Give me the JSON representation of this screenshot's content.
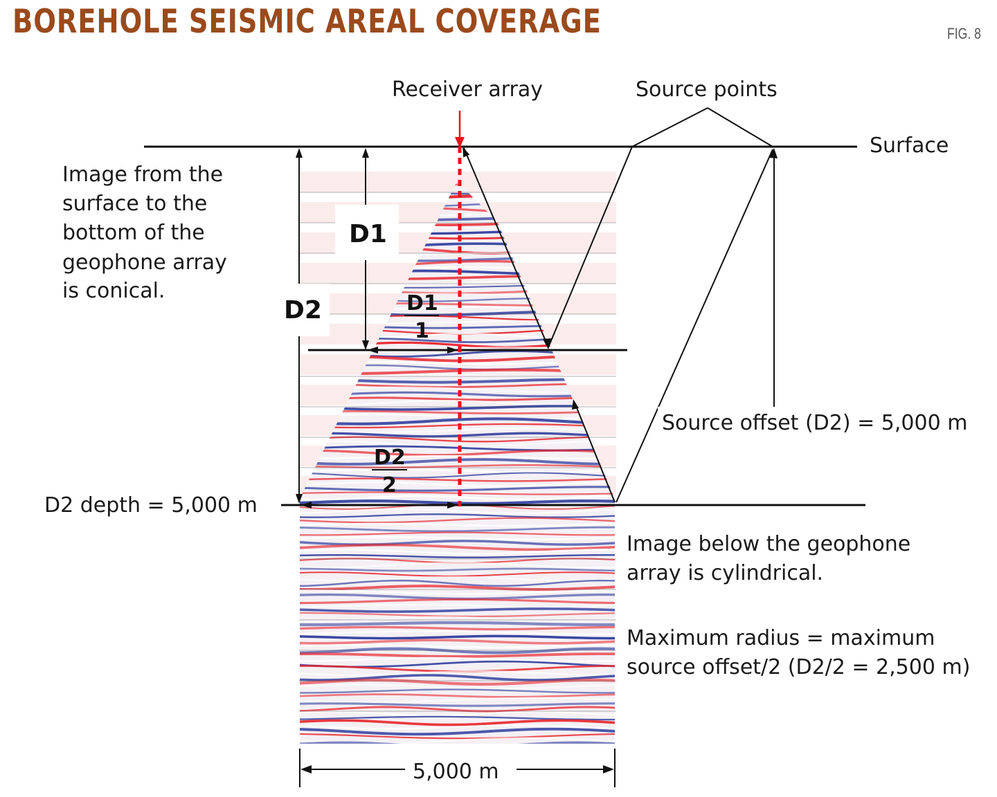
{
  "header": {
    "title": "BOREHOLE SEISMIC AREAL COVERAGE",
    "fig": "FIG. 8"
  },
  "labels": {
    "receiver_array": "Receiver array",
    "source_points": "Source points",
    "surface": "Surface",
    "conical_note": [
      "Image from the",
      "surface to the",
      "bottom of the",
      "geophone array",
      "is conical."
    ],
    "d1": "D1",
    "d2": "D2",
    "d1_frac": {
      "num": "D1",
      "den": "1"
    },
    "d2_frac": {
      "num": "D2",
      "den": "2"
    },
    "source_offset": "Source offset (D2) = 5,000 m",
    "d2_depth": "D2 depth = 5,000 m",
    "cylindrical_note": [
      "Image below the geophone",
      "array is cylindrical."
    ],
    "max_radius_note": [
      "Maximum radius = maximum",
      "source offset/2 (D2/2 = 2,500 m)"
    ],
    "width": "5,000 m"
  },
  "colors": {
    "title": "#9b4a1c",
    "receiver": "#e8141b",
    "seismic_red": "#e8232b",
    "seismic_blue": "#2b3a9c",
    "band_pink": "#fbecec"
  }
}
